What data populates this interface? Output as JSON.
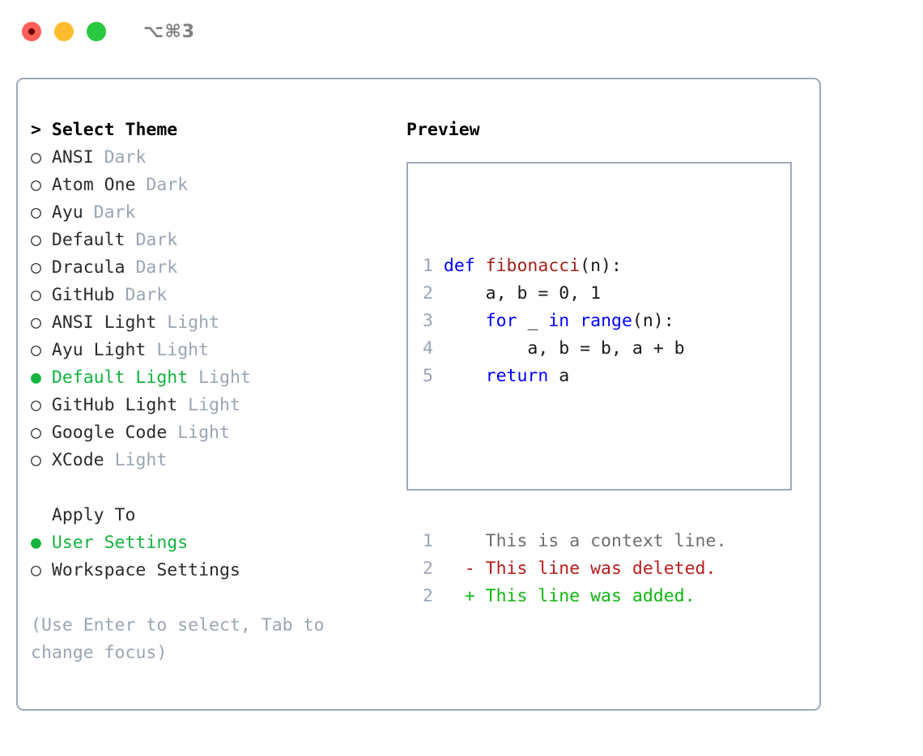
{
  "titlebar": {
    "lights": [
      {
        "name": "close",
        "color": "#ff5f57"
      },
      {
        "name": "minimize",
        "color": "#febc2e"
      },
      {
        "name": "maximize",
        "color": "#28c840"
      }
    ],
    "shortcut": "⌥⌘3"
  },
  "theme_panel": {
    "header": "> Select Theme",
    "items": [
      {
        "marker": "○",
        "name": "ANSI",
        "category": "Dark",
        "selected": false
      },
      {
        "marker": "○",
        "name": "Atom One",
        "category": "Dark",
        "selected": false
      },
      {
        "marker": "○",
        "name": "Ayu",
        "category": "Dark",
        "selected": false
      },
      {
        "marker": "○",
        "name": "Default",
        "category": "Dark",
        "selected": false
      },
      {
        "marker": "○",
        "name": "Dracula",
        "category": "Dark",
        "selected": false
      },
      {
        "marker": "○",
        "name": "GitHub",
        "category": "Dark",
        "selected": false
      },
      {
        "marker": "○",
        "name": "ANSI Light",
        "category": "Light",
        "selected": false
      },
      {
        "marker": "○",
        "name": "Ayu Light",
        "category": "Light",
        "selected": false
      },
      {
        "marker": "●",
        "name": "Default Light",
        "category": "Light",
        "selected": true
      },
      {
        "marker": "○",
        "name": "GitHub Light",
        "category": "Light",
        "selected": false
      },
      {
        "marker": "○",
        "name": "Google Code",
        "category": "Light",
        "selected": false
      },
      {
        "marker": "○",
        "name": "XCode",
        "category": "Light",
        "selected": false
      }
    ]
  },
  "apply_to": {
    "header": "Apply To",
    "options": [
      {
        "marker": "●",
        "label": "User Settings",
        "selected": true
      },
      {
        "marker": "○",
        "label": "Workspace Settings",
        "selected": false
      }
    ]
  },
  "hint": "(Use Enter to select, Tab to change focus)",
  "preview": {
    "title": "Preview",
    "code_lines": [
      {
        "num": "1",
        "tokens": [
          {
            "t": "def ",
            "c": "kw"
          },
          {
            "t": "fibonacci",
            "c": "fn"
          },
          {
            "t": "(n):",
            "c": "plain"
          }
        ]
      },
      {
        "num": "2",
        "tokens": [
          {
            "t": "    a, b = 0, 1",
            "c": "plain"
          }
        ]
      },
      {
        "num": "3",
        "tokens": [
          {
            "t": "    ",
            "c": "plain"
          },
          {
            "t": "for",
            "c": "kw"
          },
          {
            "t": " _ ",
            "c": "plain"
          },
          {
            "t": "in",
            "c": "kw"
          },
          {
            "t": " ",
            "c": "plain"
          },
          {
            "t": "range",
            "c": "kw"
          },
          {
            "t": "(n):",
            "c": "plain"
          }
        ]
      },
      {
        "num": "4",
        "tokens": [
          {
            "t": "        a, b = b, a + b",
            "c": "plain"
          }
        ]
      },
      {
        "num": "5",
        "tokens": [
          {
            "t": "    ",
            "c": "plain"
          },
          {
            "t": "return",
            "c": "kw"
          },
          {
            "t": " a",
            "c": "plain"
          }
        ]
      }
    ],
    "diff_lines": [
      {
        "num": "1",
        "sign": " ",
        "text": "This is a context line.",
        "kind": "ctx"
      },
      {
        "num": "2",
        "sign": "-",
        "text": "This line was deleted.",
        "kind": "del"
      },
      {
        "num": "2",
        "sign": "+",
        "text": "This line was added.",
        "kind": "add"
      }
    ]
  },
  "colors": {
    "accent_green": "#14b33f",
    "muted_gray": "#9aa5b4",
    "border": "#9fa9ba",
    "keyword_blue": "#0000ff",
    "function_red": "#a52019",
    "diff_delete": "#b81b1b",
    "diff_add": "#0fb60f"
  }
}
